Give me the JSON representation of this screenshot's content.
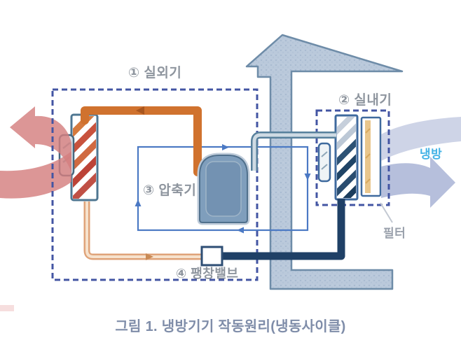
{
  "figure": {
    "caption": "그림 1. 냉방기기 작동원리(냉동사이클)",
    "labels": {
      "outdoor_unit": "① 실외기",
      "indoor_unit": "② 실내기",
      "compressor": "③ 압축기",
      "expansion_valve": "④ 팽창밸브",
      "filter": "필터",
      "cooling": "냉방"
    },
    "components": [
      "outdoor-unit-dashed-box",
      "indoor-unit-dashed-box",
      "compressor",
      "expansion-valve",
      "outdoor-heat-exchanger",
      "indoor-heat-exchanger",
      "filter",
      "house-wall",
      "hot-air-arrow",
      "cool-air-arrow",
      "refrigerant-loop"
    ],
    "colors": {
      "dashed_box": "#4355a3",
      "hot_gas_pipe": "#d0722e",
      "liquid_pipe": "#e2a87c",
      "cold_pipe": "#1f4066",
      "loop_box": "#4b79c4",
      "house_fill": "#b9c8da",
      "house_stroke": "#6e8ca8",
      "hot_air_arrow": "#d47f7f",
      "cool_air_arrow": "#a6b1d4",
      "cooling_text": "#45b3e6",
      "label_text": "#8e959e",
      "caption_text": "#7f8da9"
    }
  }
}
